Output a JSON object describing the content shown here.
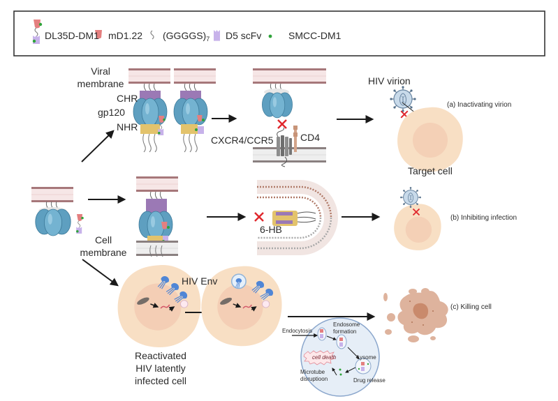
{
  "legend": {
    "items": [
      {
        "id": "dl35d-dm1",
        "label": "DL35D-DM1"
      },
      {
        "id": "md1-22",
        "label": "mD1.22"
      },
      {
        "id": "linker",
        "label": "(GGGGS)",
        "subscript": "7"
      },
      {
        "id": "d5-scfv",
        "label": "D5 scFv"
      },
      {
        "id": "smcc-dm1",
        "label": "SMCC-DM1"
      }
    ]
  },
  "colors": {
    "membrane_line": "#a6777a",
    "membrane_fill": "#f6e6e6",
    "gp120": "#6aaac8",
    "chr": "#9b79b5",
    "nhr": "#e3c36c",
    "md1": "#e47f7f",
    "d5": "#c7b2ea",
    "dm1": "#2fa33a",
    "cell": "#f8dfc4",
    "nucleus": "#f2c9b1",
    "dead_cell": "#deb39d",
    "cross": "#e0282d",
    "arrow": "#1a1a1a",
    "endo_circle": "#e6eef7"
  },
  "labels": {
    "viral_membrane_1": "Viral",
    "viral_membrane_2": "membrane",
    "chr": "CHR",
    "gp120": "gp120",
    "nhr": "NHR",
    "cxcr4_ccr5": "CXCR4/CCR5",
    "cd4": "CD4",
    "hiv_virion": "HIV virion",
    "target_cell": "Target cell",
    "cell_membrane_1": "Cell",
    "cell_membrane_2": "membrane",
    "six_hb": "6-HB",
    "hiv_env": "HIV Env",
    "reactivated_1": "Reactivated",
    "reactivated_2": "HIV latently",
    "reactivated_3": "infected cell"
  },
  "mechanisms": {
    "a": "(a) Inactivating virion",
    "b": "(b) Inhibiting infection",
    "c": "(c) Killing  cell"
  },
  "endocytosis_inset": {
    "endocytosis": "Endocytosis",
    "endosome_1": "Endosome",
    "endosome_2": "formation",
    "lysome": "Lysome",
    "drug_release": "Drug release",
    "microtube_1": "Microtube",
    "microtube_2": "disruptioon",
    "cell_death": "cell death"
  }
}
